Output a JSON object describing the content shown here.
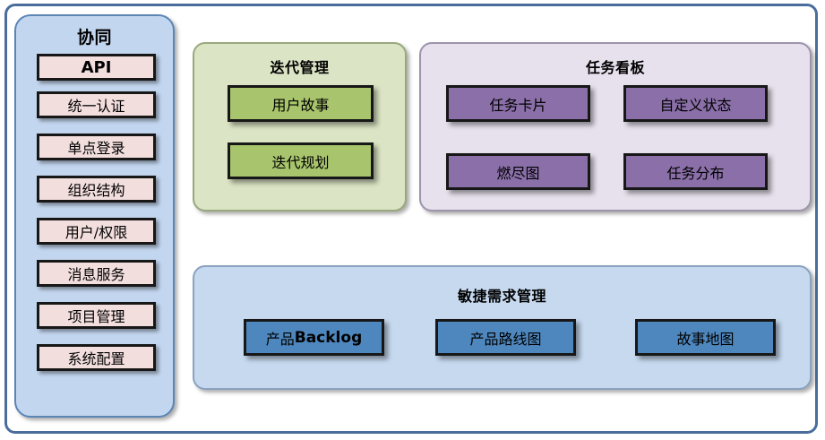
{
  "diagram": {
    "title_colors": {
      "frame_border": "#4a6d9c",
      "sidebar_bg": "#c3d6ef",
      "sidebar_item_bg": "#f3dede",
      "iteration_bg": "#dbe4c4",
      "iteration_item_bg": "#a8c46c",
      "taskboard_bg": "#e7e1ed",
      "taskboard_item_bg": "#8a6fa8",
      "agile_bg": "#c6d9ef",
      "agile_item_bg": "#4e87bd"
    }
  },
  "sidebar": {
    "title": "协同",
    "items": [
      {
        "label": "API"
      },
      {
        "label": "统一认证"
      },
      {
        "label": "单点登录"
      },
      {
        "label": "组织结构"
      },
      {
        "label": "用户/权限"
      },
      {
        "label": "消息服务"
      },
      {
        "label": "项目管理"
      },
      {
        "label": "系统配置"
      }
    ]
  },
  "iteration": {
    "title": "迭代管理",
    "items": [
      {
        "label": "用户故事"
      },
      {
        "label": "迭代规划"
      }
    ]
  },
  "taskboard": {
    "title": "任务看板",
    "items": [
      {
        "label": "任务卡片"
      },
      {
        "label": "自定义状态"
      },
      {
        "label": "燃尽图"
      },
      {
        "label": "任务分布"
      }
    ]
  },
  "agile": {
    "title": "敏捷需求管理",
    "items": [
      {
        "label": "产品Backlog",
        "prefix": "产品",
        "suffix": "Backlog"
      },
      {
        "label": "产品路线图"
      },
      {
        "label": "故事地图"
      }
    ]
  }
}
